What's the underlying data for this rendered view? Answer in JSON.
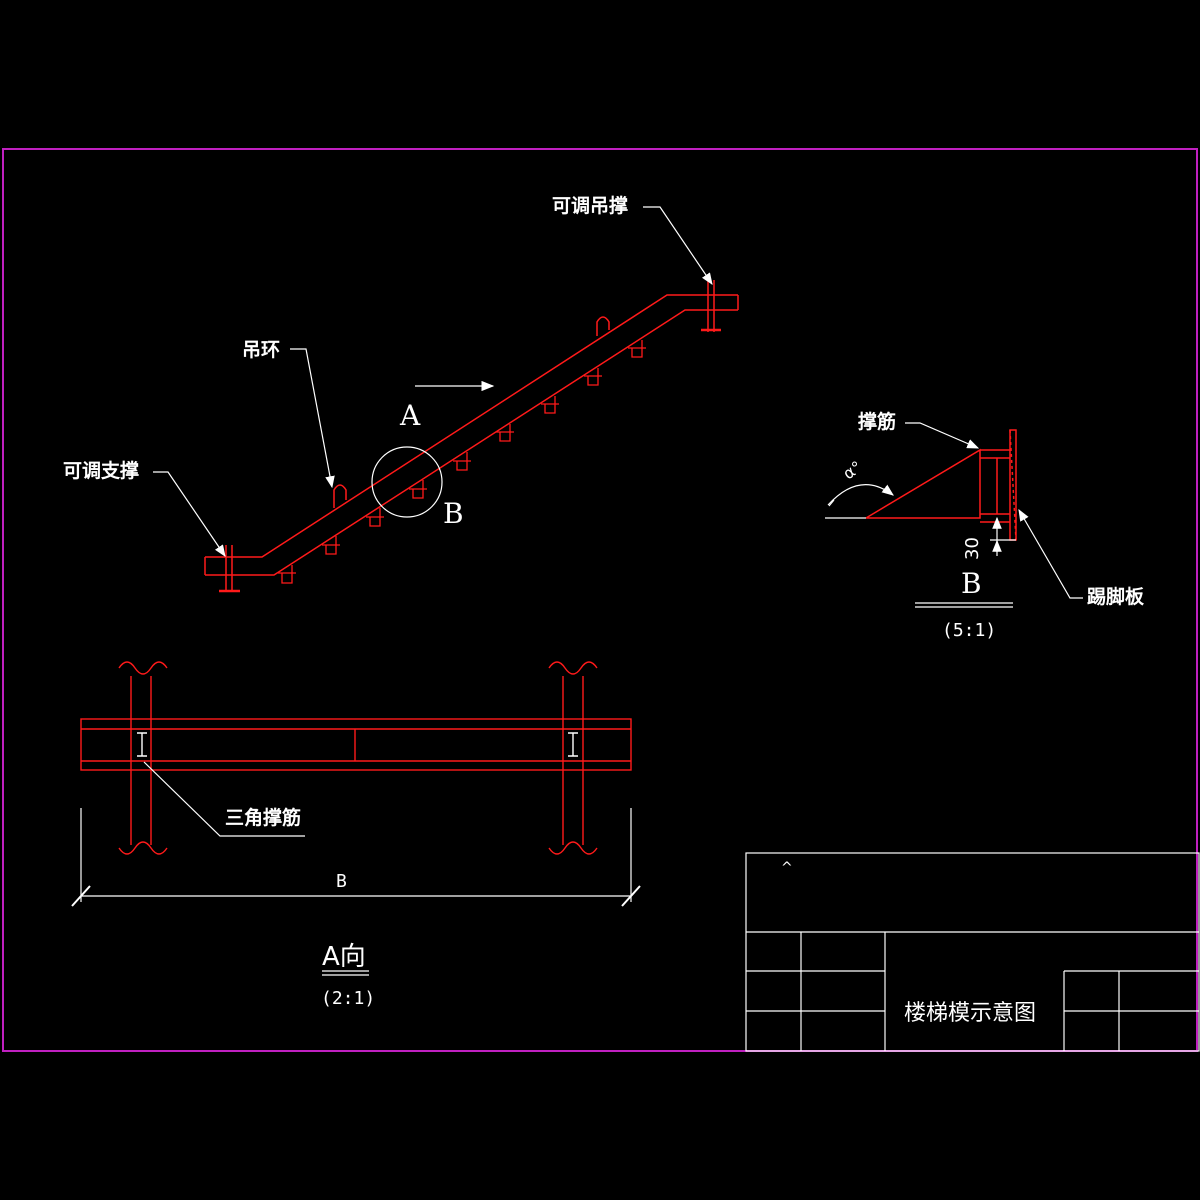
{
  "labels": {
    "adjustable_hanger": "可调吊撑",
    "lifting_ring": "吊环",
    "adjustable_support": "可调支撑",
    "brace_bar": "撑筋",
    "kick_board": "踢脚板",
    "triangle_brace": "三角撑筋",
    "view_a_marker": "A",
    "detail_b_marker": "B",
    "detail_b_title": "B",
    "detail_b_scale": "(5:1)",
    "dim_30": "30",
    "angle_label": "α°",
    "width_dim": "B",
    "view_a_title": "A向",
    "view_a_scale": "(2:1)",
    "title_mark": "^"
  },
  "title_block": {
    "drawing_title": "楼梯模示意图"
  },
  "colors": {
    "background": "#000000",
    "border": "#c020c0",
    "model": "#ff1a1a",
    "annotation": "#ffffff"
  }
}
